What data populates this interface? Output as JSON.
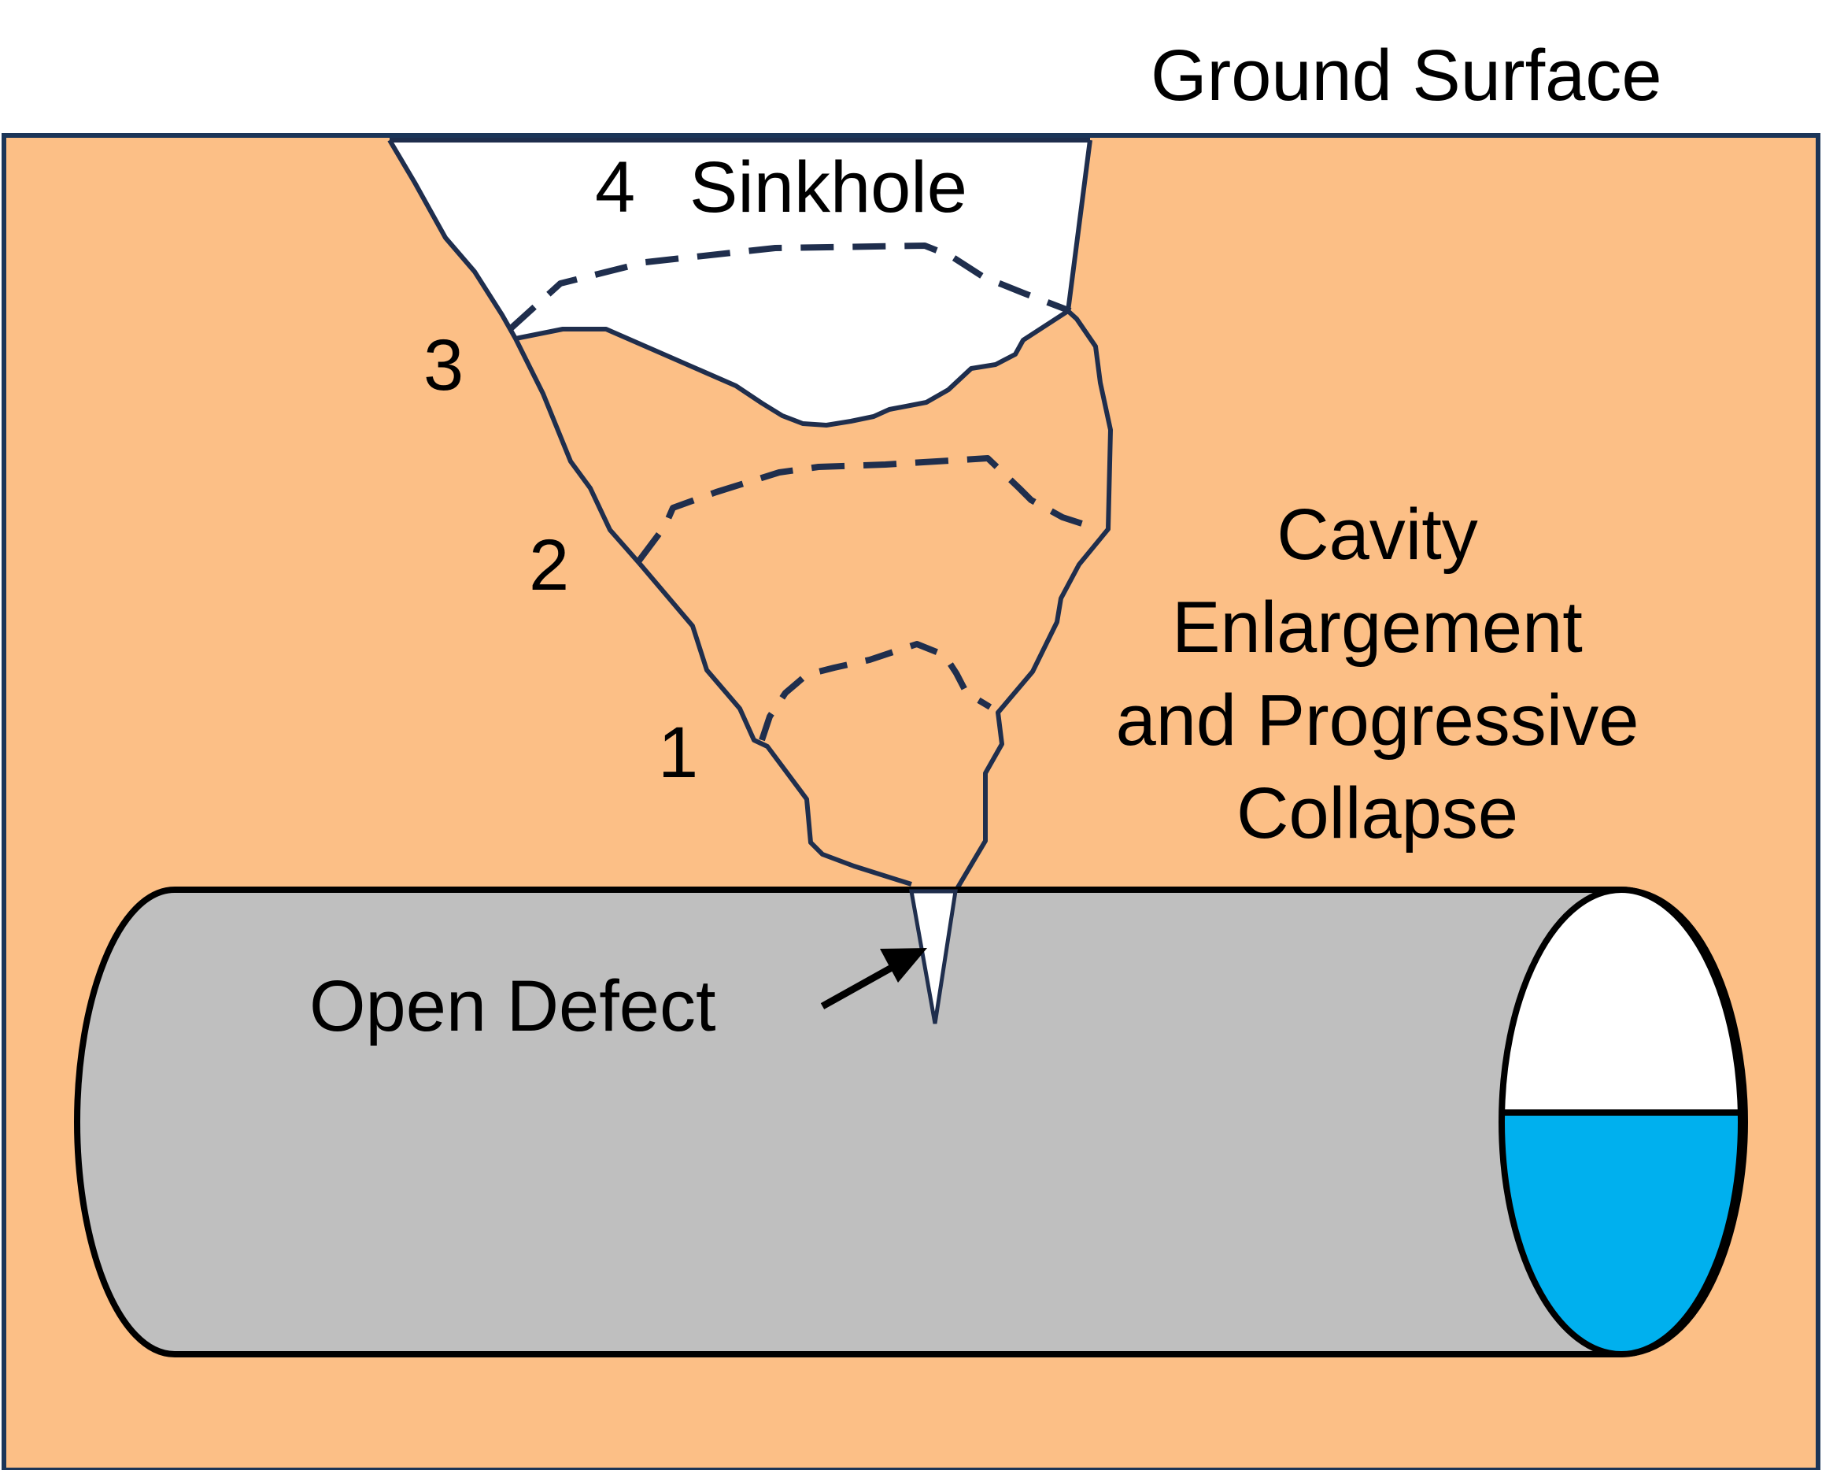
{
  "colors": {
    "soil": "#FCBF86",
    "border": "#1B3558",
    "outline": "#1F2E4D",
    "pipe": "#BFBFBF",
    "water": "#00B0EE",
    "void": "#FFFFFF"
  },
  "labels": {
    "ground_surface": "Ground Surface",
    "stage_4_number": "4",
    "stage_4": "Sinkhole",
    "stage_3": "3",
    "stage_2": "2",
    "stage_1": "1",
    "cavity_lines": [
      "Cavity",
      "Enlargement",
      "and Progressive",
      "Collapse"
    ],
    "open_defect": "Open Defect"
  }
}
